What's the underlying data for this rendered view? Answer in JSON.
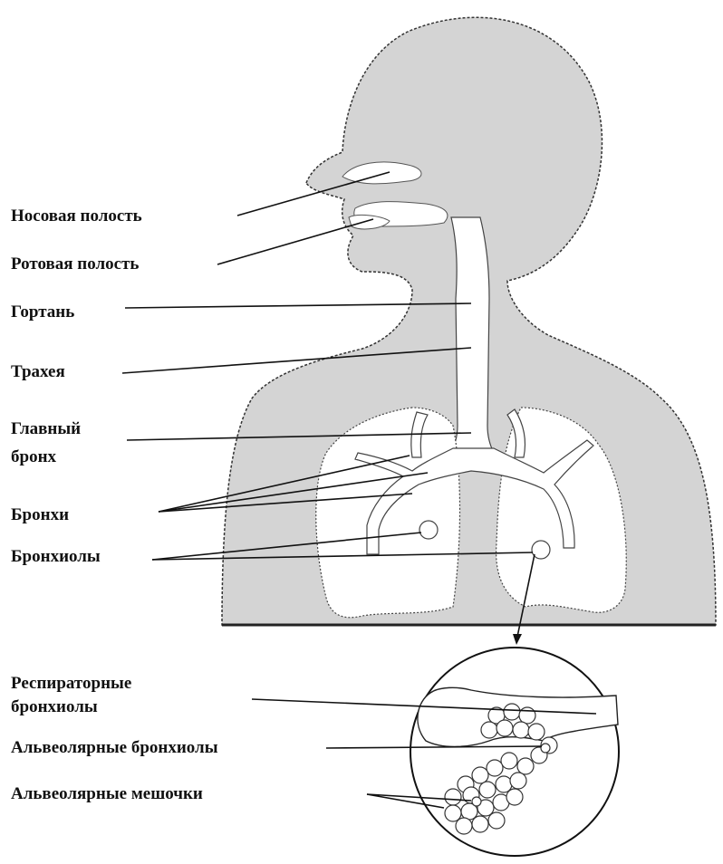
{
  "labels": {
    "nasal_cavity": "Носовая полость",
    "oral_cavity": "Ротовая полость",
    "larynx": "Гортань",
    "trachea": "Трахея",
    "main_bronchus_line1": "Главный",
    "main_bronchus_line2": "бронх",
    "bronchi": "Бронхи",
    "bronchioles": "Бронхиолы",
    "respiratory_bronchioles_line1": "Респираторные",
    "respiratory_bronchioles_line2": "бронхиолы",
    "alveolar_bronchioles": "Альвеолярные бронхиолы",
    "alveolar_sacs": "Альвеолярные мешочки"
  },
  "colors": {
    "body": "#d4d4d4",
    "lungs": "#ffffff",
    "ink": "#111111"
  }
}
